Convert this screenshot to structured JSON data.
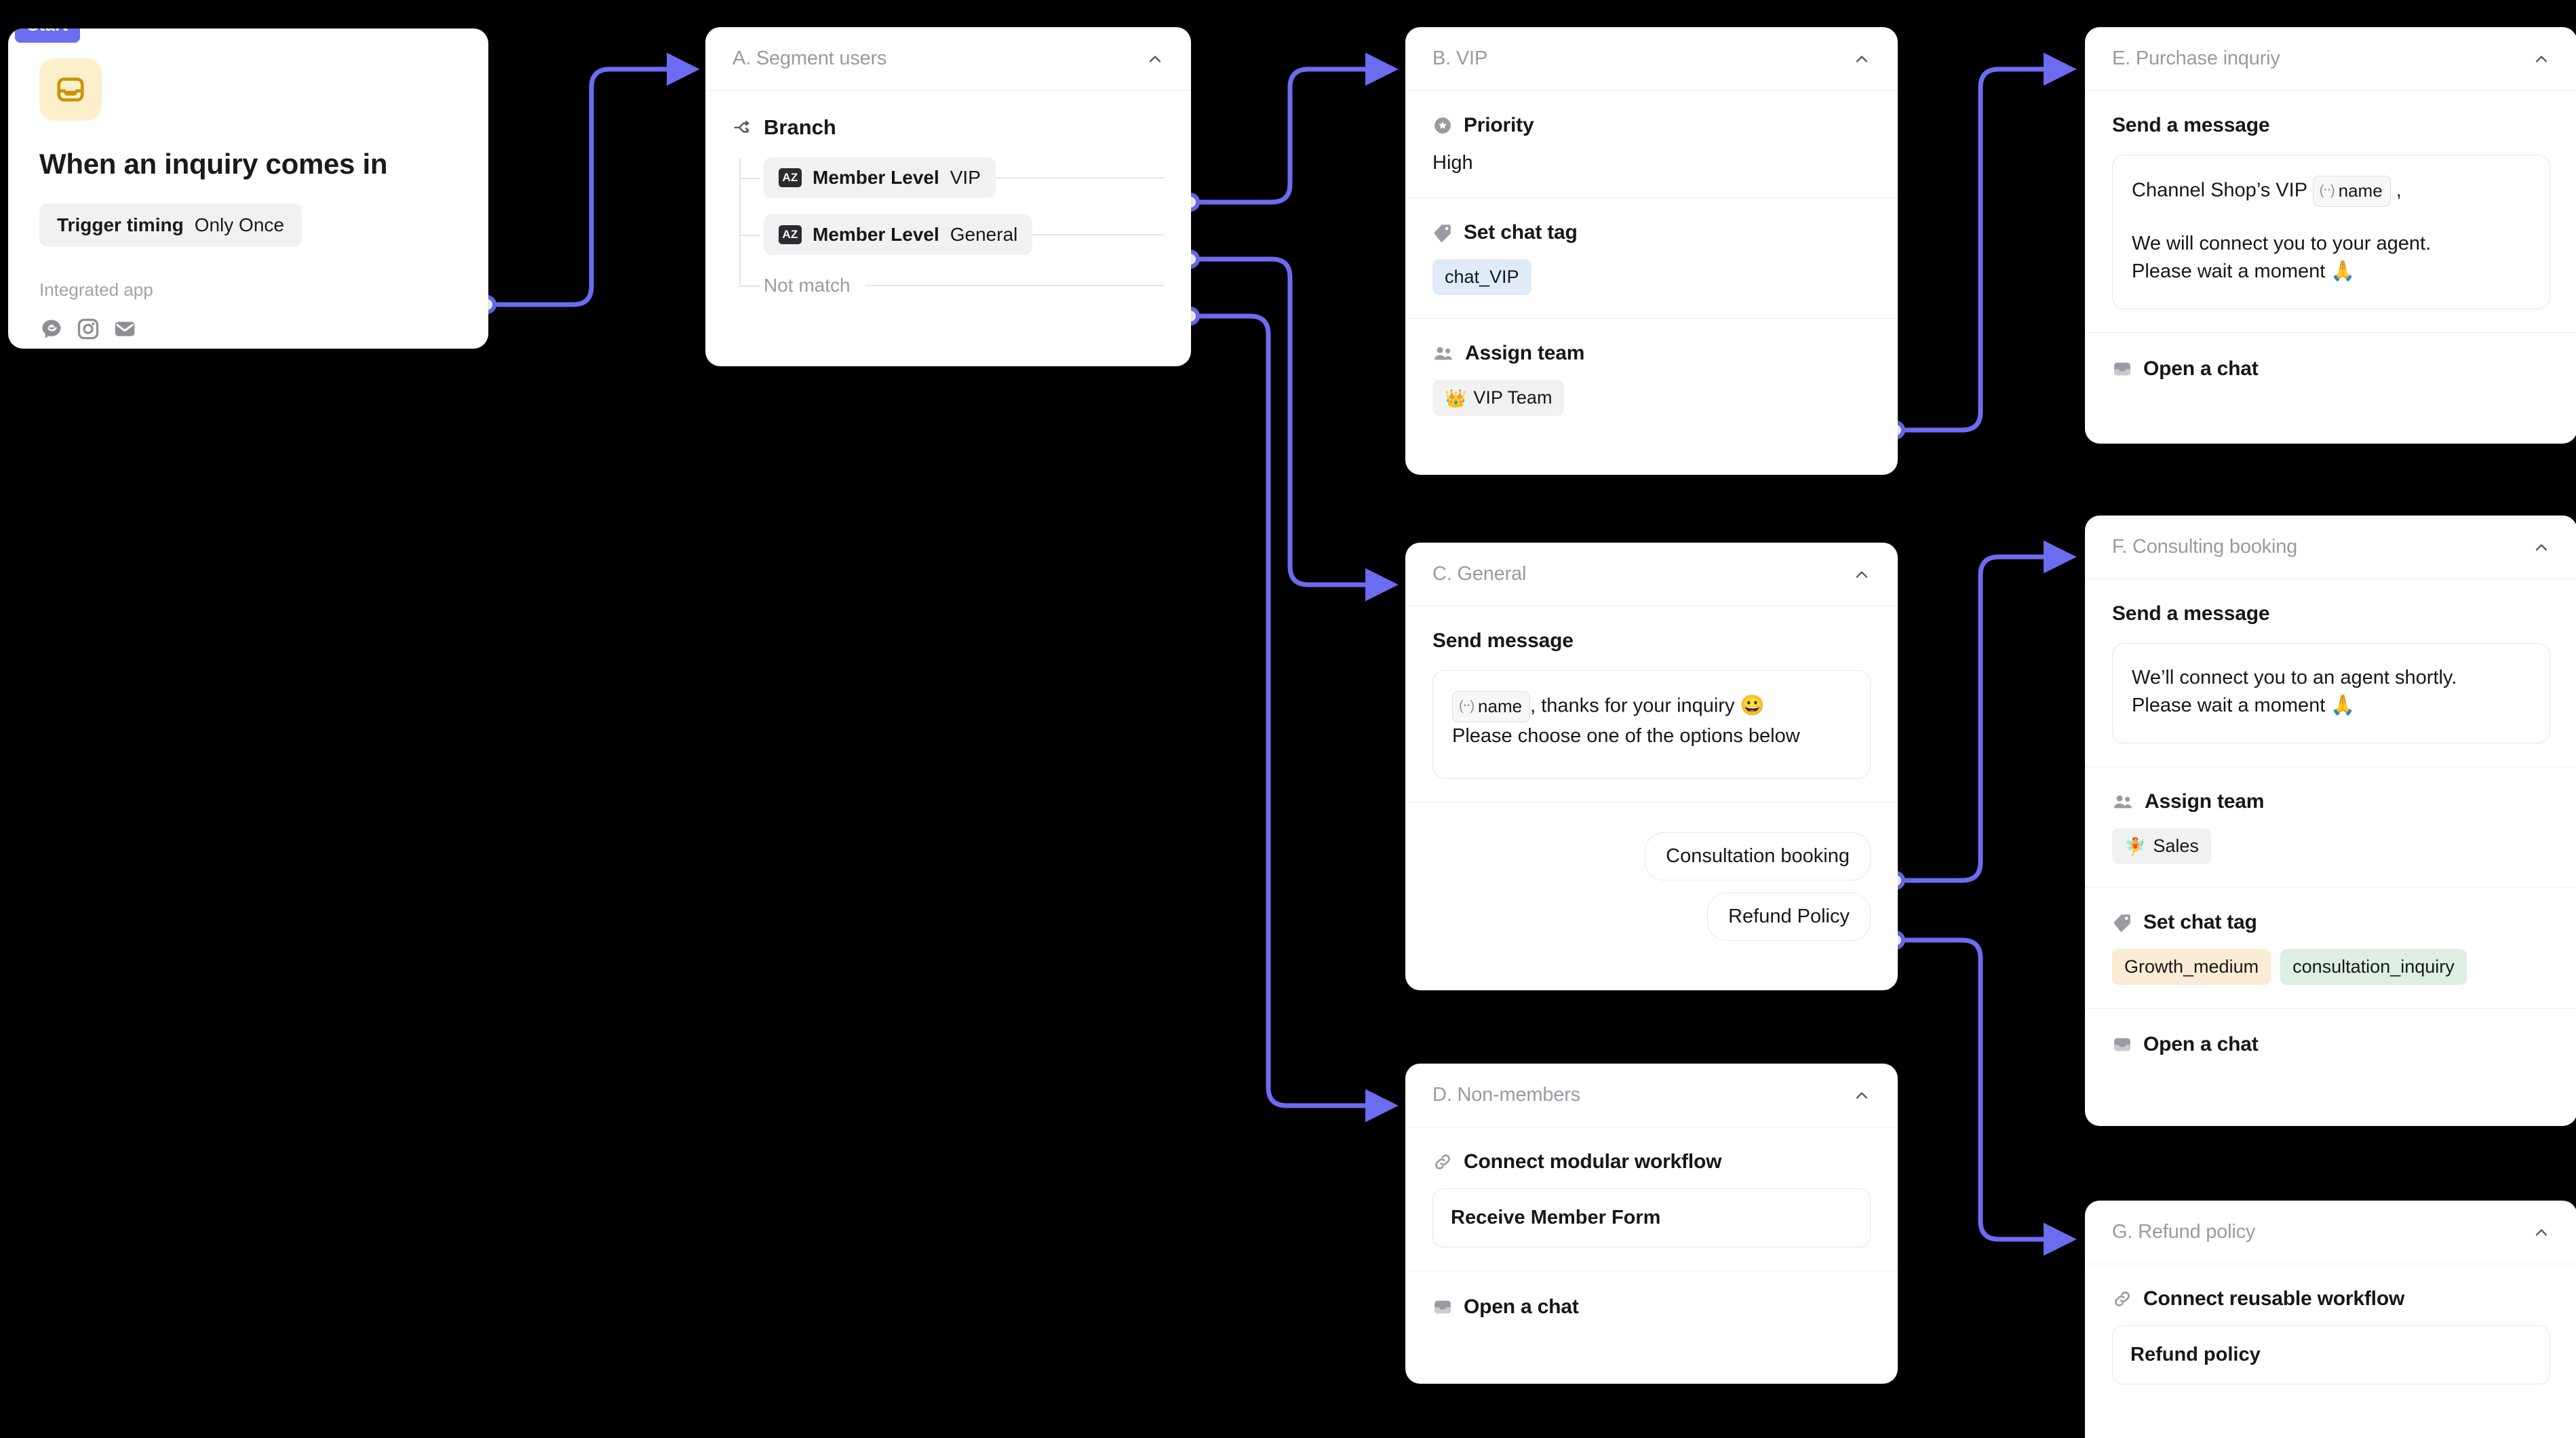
{
  "canvas": {
    "background": "#000000",
    "edge_color": "#6C6CF0",
    "accent": "#6C6CF0"
  },
  "trigger": {
    "badge": "Start",
    "title": "When an inquiry comes in",
    "meta_key": "Trigger timing",
    "meta_value": "Only Once",
    "integrated_label": "Integrated app",
    "apps": [
      "chat-bubble-icon",
      "instagram-icon",
      "email-icon"
    ],
    "icon": "inbox-icon"
  },
  "nodes": {
    "a": {
      "title": "A. Segment users",
      "branch_label": "Branch",
      "branch_icon": "branch-icon",
      "rows": [
        {
          "key": "Member Level",
          "value": "VIP",
          "icon": "az-icon"
        },
        {
          "key": "Member Level",
          "value": "General",
          "icon": "az-icon"
        }
      ],
      "not_match": "Not match"
    },
    "b": {
      "title": "B. VIP",
      "priority_label": "Priority",
      "priority_icon": "star-badge-icon",
      "priority_value": "High",
      "chat_tag_label": "Set chat tag",
      "chat_tag_icon": "tag-icon",
      "chat_tags": [
        {
          "text": "chat_VIP",
          "color": "#DFECF8"
        }
      ],
      "assign_team_label": "Assign team",
      "assign_team_icon": "people-icon",
      "teams": [
        {
          "emoji": "👑",
          "text": "VIP Team"
        }
      ]
    },
    "c": {
      "title": "C. General",
      "send_label": "Send message",
      "message_variable": "name",
      "message_line1": ", thanks for your inquiry 😀",
      "message_line2": "Please choose one of the options below",
      "replies": [
        "Consultation booking",
        "Refund Policy"
      ]
    },
    "d": {
      "title": "D. Non-members",
      "connect_label": "Connect modular workflow",
      "connect_icon": "link-icon",
      "workflow_name": "Receive Member Form",
      "open_chat_label": "Open a chat",
      "open_chat_icon": "inbox-icon"
    },
    "e": {
      "title": "E. Purchase inquriy",
      "send_label": "Send a message",
      "message_prefix": "Channel Shop’s VIP",
      "message_variable": "name",
      "message_suffix": ",",
      "message_line2": "We will connect you to your agent.",
      "message_line3": "Please wait a moment 🙏",
      "open_chat_label": "Open a chat",
      "open_chat_icon": "inbox-icon"
    },
    "f": {
      "title": "F. Consulting booking",
      "send_label": "Send a message",
      "message_line1": "We’ll connect you to an agent shortly.",
      "message_line2": "Please wait a moment 🙏",
      "assign_team_label": "Assign team",
      "assign_team_icon": "people-icon",
      "teams": [
        {
          "emoji": "🧚",
          "text": "Sales"
        }
      ],
      "chat_tag_label": "Set chat tag",
      "chat_tag_icon": "tag-icon",
      "chat_tags": [
        {
          "text": "Growth_medium",
          "color": "#FAEBD4"
        },
        {
          "text": "consultation_inquiry",
          "color": "#DDEEE3"
        }
      ],
      "open_chat_label": "Open a chat",
      "open_chat_icon": "inbox-icon"
    },
    "g": {
      "title": "G. Refund policy",
      "connect_label": "Connect reusable workflow",
      "connect_icon": "link-icon",
      "workflow_name": "Refund policy"
    }
  }
}
